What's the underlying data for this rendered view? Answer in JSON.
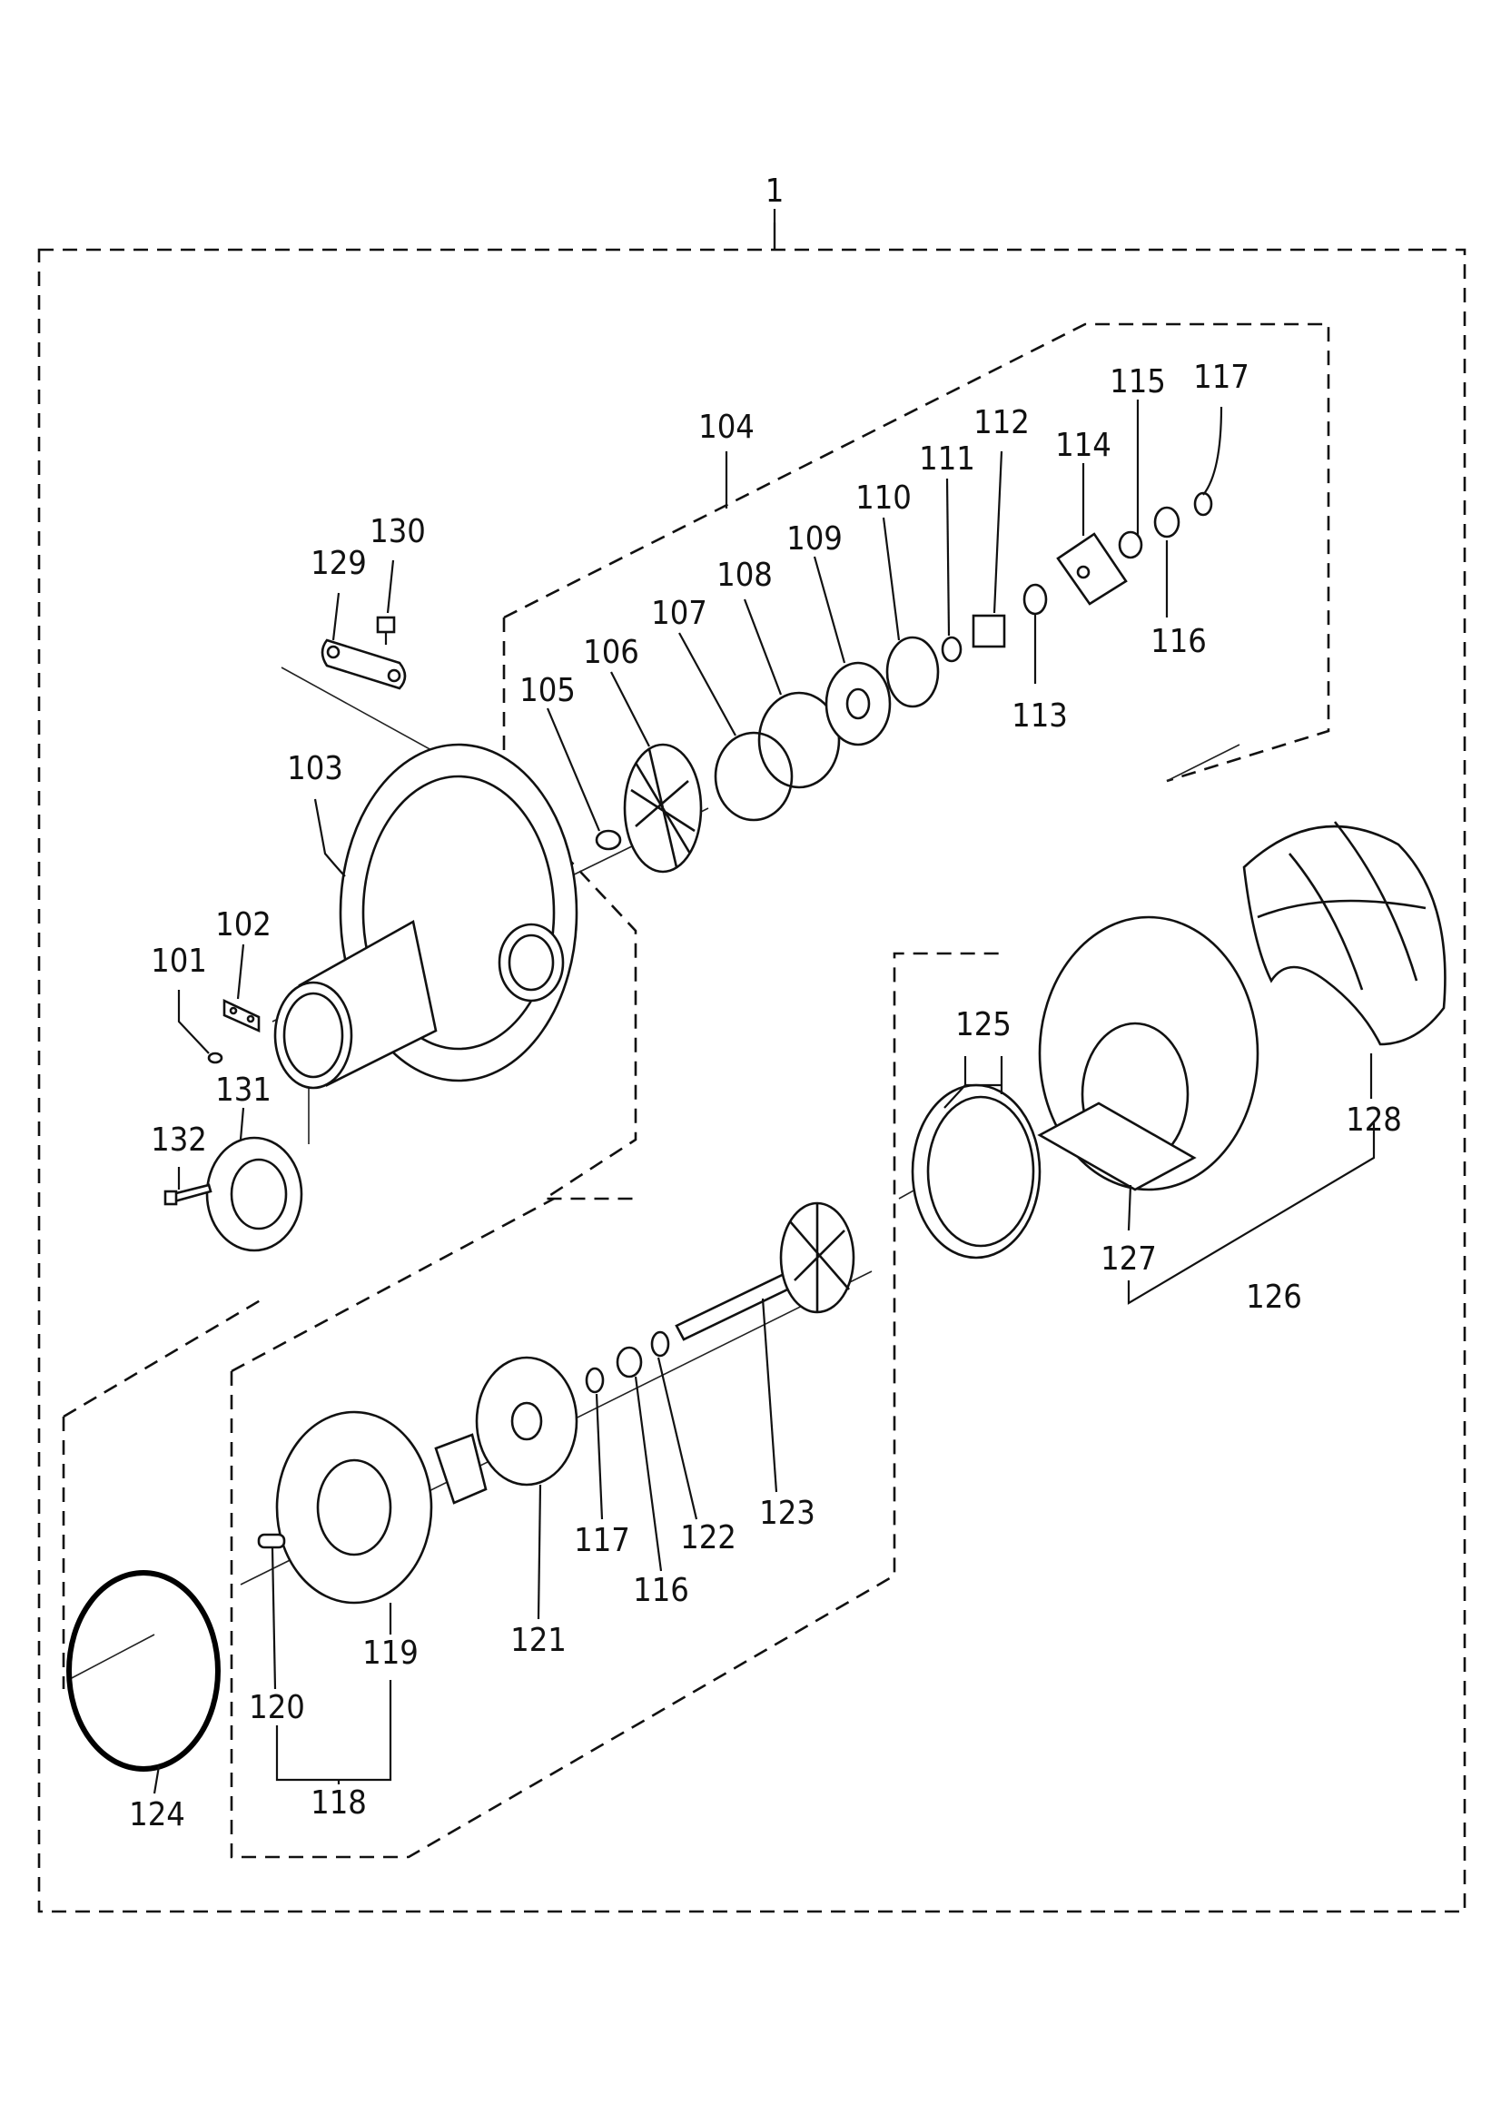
{
  "labels": [
    {
      "text": "1"
    },
    {
      "text": "104"
    },
    {
      "text": "115"
    },
    {
      "text": "117"
    },
    {
      "text": "112"
    },
    {
      "text": "111"
    },
    {
      "text": "114"
    },
    {
      "text": "110"
    },
    {
      "text": "109"
    },
    {
      "text": "108"
    },
    {
      "text": "107"
    },
    {
      "text": "106"
    },
    {
      "text": "105"
    },
    {
      "text": "116"
    },
    {
      "text": "113"
    },
    {
      "text": "130"
    },
    {
      "text": "129"
    },
    {
      "text": "103"
    },
    {
      "text": "102"
    },
    {
      "text": "101"
    },
    {
      "text": "131"
    },
    {
      "text": "132"
    },
    {
      "text": "125"
    },
    {
      "text": "128"
    },
    {
      "text": "127"
    },
    {
      "text": "126"
    },
    {
      "text": "123"
    },
    {
      "text": "122"
    },
    {
      "text": "117"
    },
    {
      "text": "116"
    },
    {
      "text": "121"
    },
    {
      "text": "119"
    },
    {
      "text": "120"
    },
    {
      "text": "118"
    },
    {
      "text": "124"
    }
  ]
}
